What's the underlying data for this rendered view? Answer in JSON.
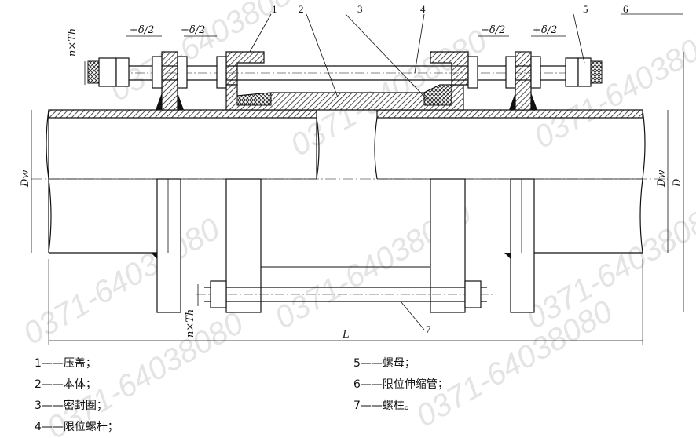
{
  "callouts": [
    "1",
    "2",
    "3",
    "4",
    "5",
    "6",
    "7"
  ],
  "dims": {
    "plus_half_delta": "+δ/2",
    "minus_half_delta": "−δ/2",
    "bolt_spec": "n×Th",
    "pipe_od": "Dw",
    "flange_od": "D",
    "length": "L"
  },
  "legend": {
    "left": [
      "1——压盖；",
      "2——本体；",
      "3——密封圈；",
      "4——限位螺杆；"
    ],
    "right": [
      "5——螺母；",
      "6——限位伸缩管；",
      "7——螺柱。"
    ]
  },
  "watermark": "0371-64038080"
}
